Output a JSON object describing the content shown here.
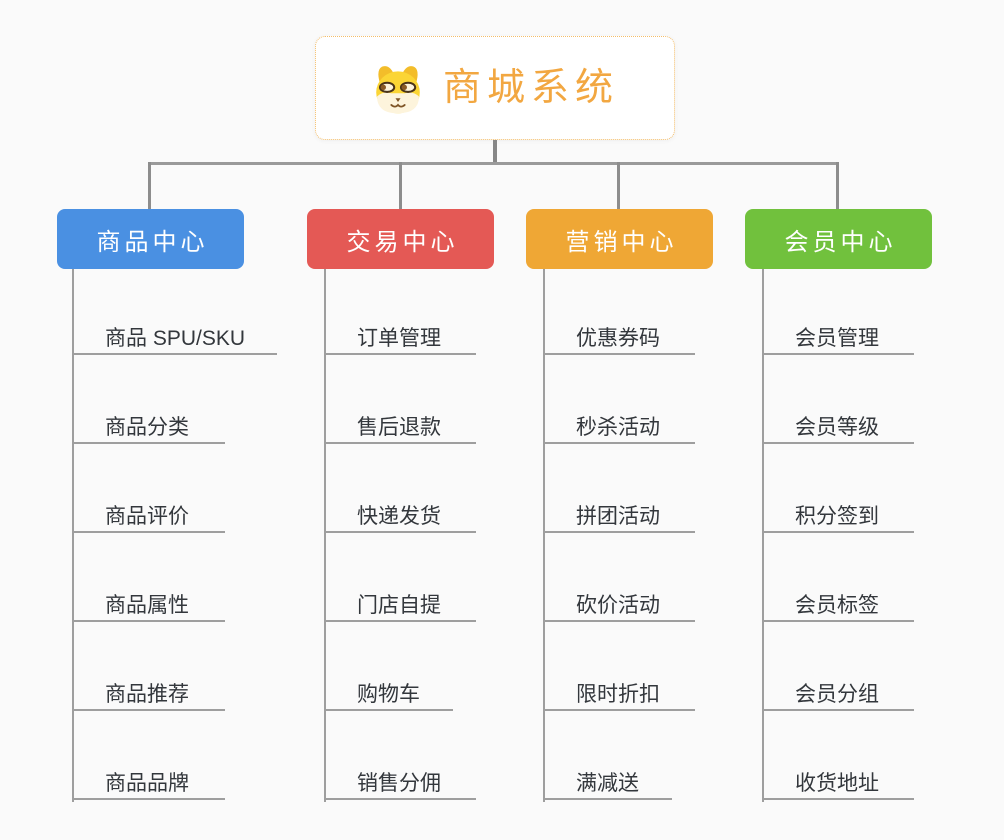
{
  "page": {
    "background_color": "#fafafa",
    "connector_color": "#9a9a9a"
  },
  "root": {
    "title": "商城系统",
    "icon": "doge-face-icon",
    "text_color": "#f2a741",
    "border_color": "#f4be6b",
    "background": "#ffffff"
  },
  "branches": [
    {
      "label": "商品中心",
      "color": "#4a90e2",
      "items": [
        "商品 SPU/SKU",
        "商品分类",
        "商品评价",
        "商品属性",
        "商品推荐",
        "商品品牌"
      ]
    },
    {
      "label": "交易中心",
      "color": "#e45955",
      "items": [
        "订单管理",
        "售后退款",
        "快递发货",
        "门店自提",
        "购物车",
        "销售分佣"
      ]
    },
    {
      "label": "营销中心",
      "color": "#efa735",
      "items": [
        "优惠券码",
        "秒杀活动",
        "拼团活动",
        "砍价活动",
        "限时折扣",
        "满减送"
      ]
    },
    {
      "label": "会员中心",
      "color": "#71c13d",
      "items": [
        "会员管理",
        "会员等级",
        "积分签到",
        "会员标签",
        "会员分组",
        "收货地址"
      ]
    }
  ]
}
